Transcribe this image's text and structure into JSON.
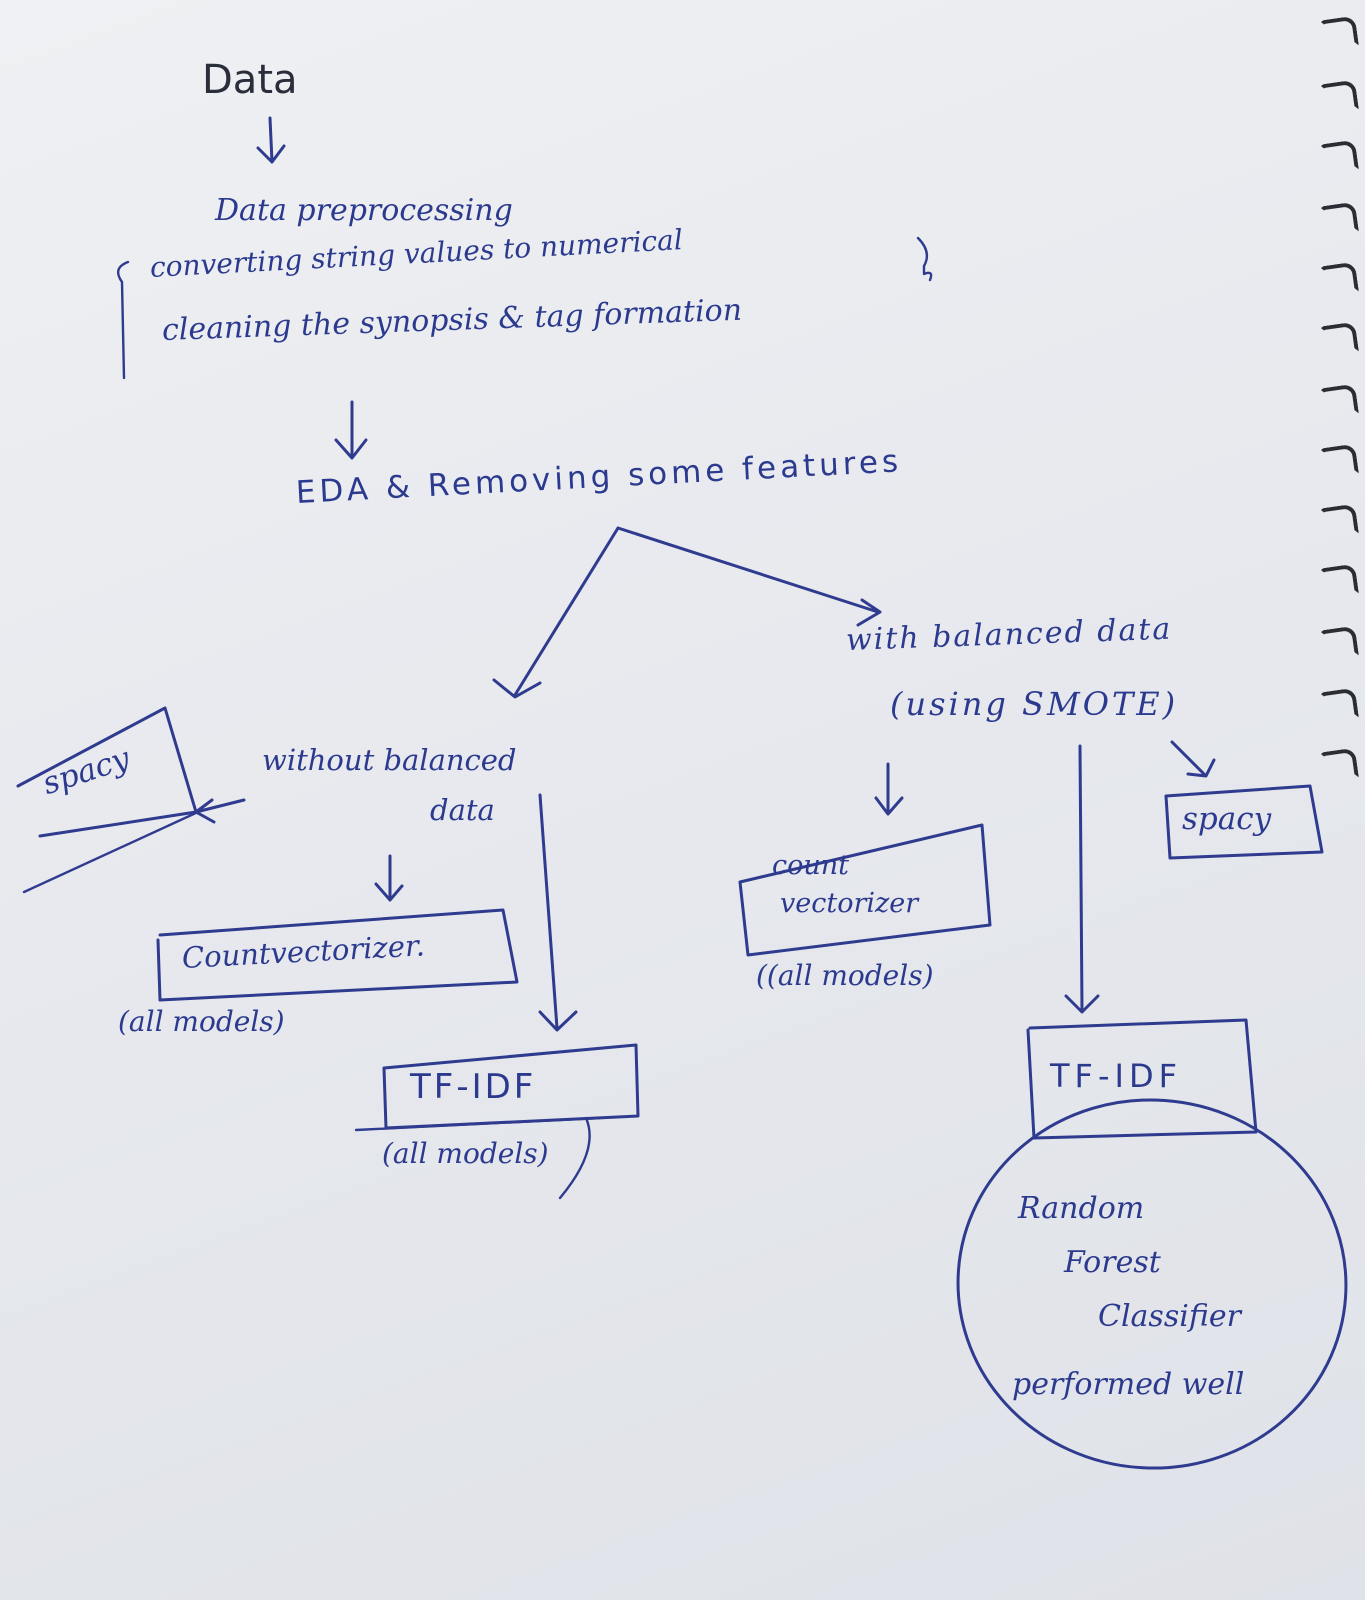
{
  "flowchart": {
    "data": "Data",
    "preprocessing": "Data preprocessing",
    "step_convert": "converting string values to numerical",
    "step_clean": "cleaning the synopsis & tag formation",
    "eda": "EDA & Removing some features",
    "balanced_title": "with balanced data",
    "balanced_method": "(using SMOTE)",
    "unbalanced_title_1": "without balanced",
    "unbalanced_title_2": "data",
    "spacy_left": "spacy",
    "spacy_right": "spacy",
    "countvec_left": "Countvectorizer.",
    "countvec_left_note": "(all models)",
    "tfidf_left": "TF-IDF",
    "tfidf_left_note": "(all models)",
    "countvec_right_1": "count",
    "countvec_right_2": "vectorizer",
    "countvec_right_note": "((all models)",
    "tfidf_right": "TF-IDF",
    "result_1": "Random",
    "result_2": "Forest",
    "result_3": "Classifier",
    "result_4": "performed well"
  },
  "colors": {
    "ink": "#2f3b8f",
    "paper": "#e9ebef",
    "spiral": "#2b2d35"
  }
}
